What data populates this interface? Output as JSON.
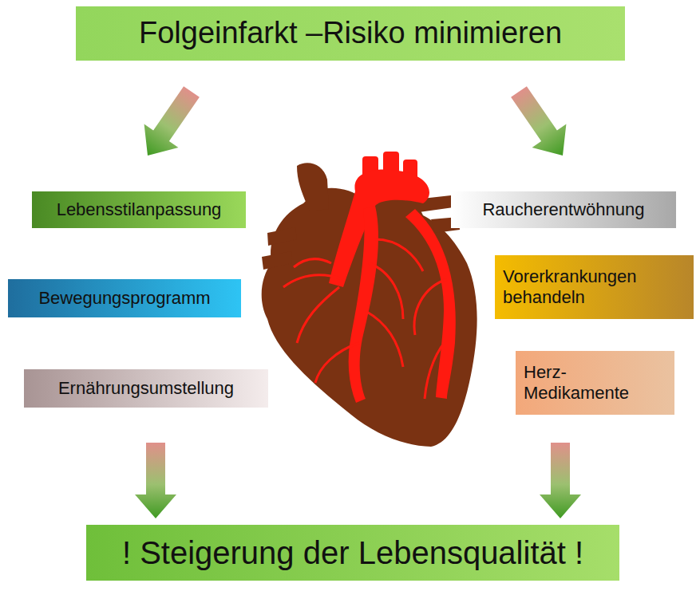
{
  "diagram": {
    "nodes": [
      {
        "text": [
          "Folgeinfarkt –Risiko minimieren"
        ]
      },
      {
        "text": [
          "Lebensstilanpassung"
        ]
      },
      {
        "text": [
          "Raucherentwöhnung"
        ]
      },
      {
        "text": [
          "Bewegungsprogramm"
        ]
      },
      {
        "text": [
          "Vorerkrankungen behandeln"
        ]
      },
      {
        "text": [
          "Ernährungsumstellung"
        ]
      },
      {
        "text": [
          "Herz- Medikamente"
        ]
      },
      {
        "text": [
          "! Steigerung der Lebensqualität !"
        ]
      }
    ],
    "edges": [
      {
        "from": 0,
        "to": 1,
        "arrow": "to"
      },
      {
        "from": 0,
        "to": 2,
        "arrow": "to"
      },
      {
        "from": 5,
        "to": 7,
        "arrow": "to"
      },
      {
        "from": 6,
        "to": 7,
        "arrow": "to"
      }
    ]
  }
}
